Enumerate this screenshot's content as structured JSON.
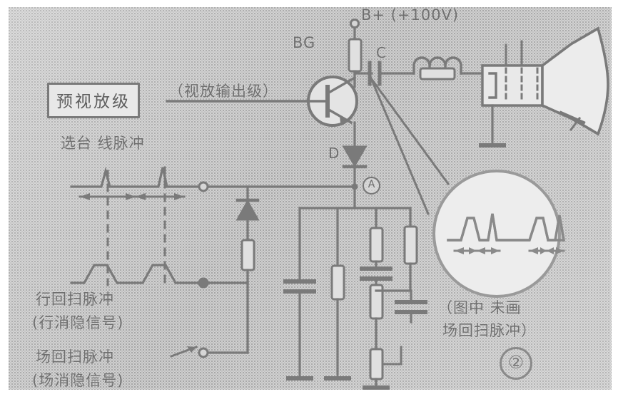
{
  "figure": {
    "number_label": "②",
    "type": "television video output stage schematic with blanking pulse waveforms"
  },
  "labels": {
    "preamp_box": "预视放级",
    "video_output_stage": "（视放输出级）",
    "transistor": "BG",
    "supply": "B+ (+100V)",
    "capacitor_c": "C",
    "diode_d": "D",
    "test_point": "A",
    "tuner_line_pulse": "选台 线脉冲",
    "line_retrace_pulse": "行回扫脉冲",
    "line_blanking_signal": "(行消隐信号)",
    "field_retrace_pulse": "场回扫脉冲",
    "field_blanking_signal": "(场消隐信号)",
    "note_line1": "（图中 未画",
    "note_line2": "场回扫脉冲）"
  },
  "colors": {
    "paper": "#cfcfcf",
    "ink": "#7a7a7a",
    "ink_dark": "#6b6b6b",
    "detail_bubble": "#ededed",
    "page": "#ffffff"
  },
  "chart_data": {
    "type": "line",
    "title": "Blanking pulse waveforms",
    "panels": [
      {
        "name": "line-pulse-waveform",
        "description": "narrow line retrace spikes on a baseline with a width dimension marker",
        "x": [
          0,
          18,
          26,
          30,
          34,
          42,
          100,
          118,
          126,
          130,
          134,
          142,
          200
        ],
        "y": [
          0,
          0,
          2,
          34,
          2,
          0,
          0,
          0,
          2,
          36,
          2,
          0,
          0
        ],
        "pulse_count": 2,
        "ylabel": "",
        "xlabel": ""
      },
      {
        "name": "field-pulse-waveform",
        "description": "wider field retrace pulses on a baseline",
        "x": [
          0,
          14,
          24,
          40,
          52,
          62,
          110,
          124,
          134,
          150,
          162,
          172,
          200
        ],
        "y": [
          0,
          0,
          28,
          28,
          0,
          0,
          0,
          0,
          28,
          28,
          0,
          0,
          0
        ],
        "pulse_count": 2,
        "ylabel": "",
        "xlabel": ""
      },
      {
        "name": "magnified-composite-waveform",
        "description": "magnified view inside callout bubble: each group is a wide pulse followed by a narrow spike, with width arrows beneath",
        "x": [
          0,
          12,
          20,
          32,
          40,
          48,
          54,
          58,
          62,
          70,
          108,
          116,
          124,
          136,
          144,
          152,
          158,
          162,
          166,
          174,
          200
        ],
        "y": [
          0,
          0,
          30,
          32,
          30,
          0,
          0,
          34,
          0,
          0,
          0,
          0,
          30,
          32,
          30,
          0,
          0,
          34,
          0,
          0,
          0
        ],
        "groups": 2,
        "ylabel": "",
        "xlabel": ""
      }
    ],
    "grid": false,
    "legend_position": "none"
  },
  "components": [
    {
      "name": "resistor-collector-load",
      "type": "resistor"
    },
    {
      "name": "transistor-bg",
      "type": "npn-transistor"
    },
    {
      "name": "capacitor-c",
      "type": "capacitor"
    },
    {
      "name": "inductor-peaking-coil",
      "type": "inductor"
    },
    {
      "name": "resistor-damping",
      "type": "resistor"
    },
    {
      "name": "picture-tube",
      "type": "crt"
    },
    {
      "name": "diode-d",
      "type": "diode"
    },
    {
      "name": "diode-blanking",
      "type": "diode"
    },
    {
      "name": "resistor-series",
      "type": "resistor"
    },
    {
      "name": "capacitor-bypass",
      "type": "capacitor"
    },
    {
      "name": "resistor-divider-upper",
      "type": "resistor"
    },
    {
      "name": "resistor-divider-lower",
      "type": "resistor"
    },
    {
      "name": "potentiometer-brightness",
      "type": "potentiometer"
    },
    {
      "name": "ground-symbol",
      "type": "ground"
    }
  ]
}
